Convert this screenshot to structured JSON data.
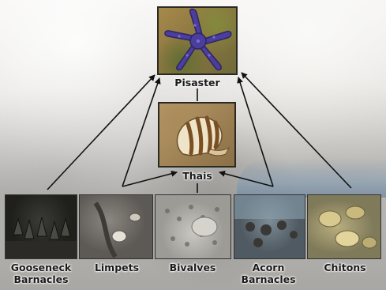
{
  "title": "",
  "organisms": {
    "top": {
      "label": "Pisaster"
    },
    "middle": {
      "label": "Thais"
    },
    "prey": [
      {
        "label": "Gooseneck\nBarnacles"
      },
      {
        "label": "Limpets"
      },
      {
        "label": "Bivalves"
      },
      {
        "label": "Acorn\nBarnacles"
      },
      {
        "label": "Chitons"
      }
    ]
  },
  "colors": {
    "arrow": "#111111",
    "starfish": "#4b3e9e",
    "label_text": "#1a1a1a"
  },
  "icons": {
    "top_image": "starfish-photo",
    "middle_image": "snail-photo",
    "prey_images": [
      "gooseneck-barnacles-photo",
      "limpets-photo",
      "bivalves-photo",
      "acorn-barnacles-photo",
      "chitons-photo"
    ]
  }
}
